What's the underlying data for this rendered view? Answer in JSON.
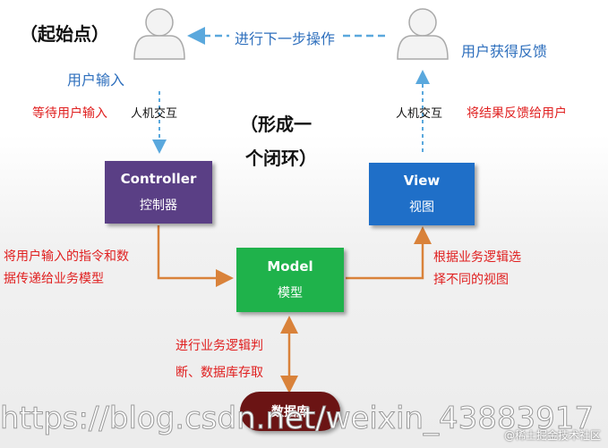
{
  "start_label": "（起始点）",
  "top_arrow_label": "进行下一步操作",
  "user_input_label": "用户输入",
  "user_feedback_label": "用户获得反馈",
  "hci_left": "人机交互",
  "hci_right": "人机交互",
  "wait_input": "等待用户输入",
  "feedback_to_user": "将结果反馈给用户",
  "closed_loop_line1": "（形成一",
  "closed_loop_line2": "个闭环）",
  "controller": {
    "title": "Controller",
    "subtitle": "控制器"
  },
  "view": {
    "title": "View",
    "subtitle": "视图"
  },
  "model": {
    "title": "Model",
    "subtitle": "模型"
  },
  "database": {
    "label": "数据库"
  },
  "controller_to_model_line1": "将用户输入的指令和数",
  "controller_to_model_line2": "据传递给业务模型",
  "model_to_view_line1": "根据业务逻辑选",
  "model_to_view_line2": "择不同的视图",
  "model_db_line1": "进行业务逻辑判",
  "model_db_line2": "断、数据库存取",
  "watermark": "https://blog.csdn.net/weixin_43883917",
  "credit": "@稀土掘金技术社区",
  "colors": {
    "controller": "#5a3f85",
    "view": "#1f6fc8",
    "model": "#1fb24b",
    "database": "#6b1414",
    "orange_arrow": "#d9823a",
    "blue_arrow": "#5aa8dd"
  }
}
